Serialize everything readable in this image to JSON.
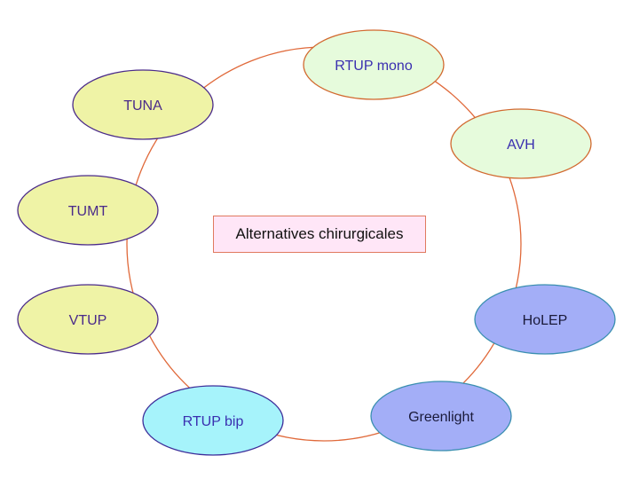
{
  "diagram": {
    "type": "cycle",
    "center_label": "Alternatives chirurgicales",
    "ring_color": "#e0693a",
    "nodes": [
      {
        "label": "RTUP mono",
        "fill": "#e6fbdc",
        "stroke": "#d2692f",
        "text": "#3a2fb0"
      },
      {
        "label": "AVH",
        "fill": "#e6fbdc",
        "stroke": "#d2692f",
        "text": "#3a2fb0"
      },
      {
        "label": "HoLEP",
        "fill": "#a3aef7",
        "stroke": "#3a8fb0",
        "text": "#1a1a3a"
      },
      {
        "label": "Greenlight",
        "fill": "#a3aef7",
        "stroke": "#3a8fb0",
        "text": "#1a1a3a"
      },
      {
        "label": "RTUP bip",
        "fill": "#a6f3fb",
        "stroke": "#3d2d9a",
        "text": "#3a2fb0"
      },
      {
        "label": "VTUP",
        "fill": "#eff3a6",
        "stroke": "#4a2a8a",
        "text": "#4a2a8a"
      },
      {
        "label": "TUMT",
        "fill": "#eff3a6",
        "stroke": "#4a2a8a",
        "text": "#4a2a8a"
      },
      {
        "label": "TUNA",
        "fill": "#eff3a6",
        "stroke": "#4a2a8a",
        "text": "#4a2a8a"
      }
    ]
  }
}
